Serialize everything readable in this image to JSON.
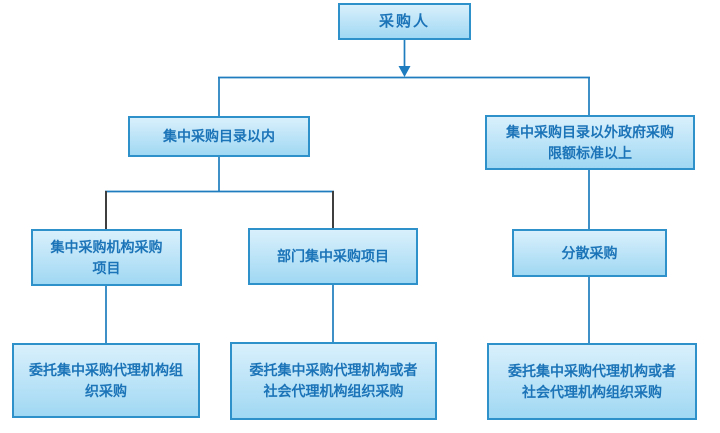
{
  "nodes": [
    {
      "id": "purchaser",
      "lines": [
        "采购人"
      ]
    },
    {
      "id": "within-centralized-catalog",
      "lines": [
        "集中采购目录以内"
      ]
    },
    {
      "id": "outside-catalog-above-quota",
      "lines": [
        "集中采购目录以外政府采购",
        "限额标准以上"
      ]
    },
    {
      "id": "centralized-agency-procurement-project",
      "lines": [
        "集中采购机构采购",
        "项目"
      ]
    },
    {
      "id": "department-centralized-procurement-project",
      "lines": [
        "部门集中采购项目"
      ]
    },
    {
      "id": "decentralized-procurement",
      "lines": [
        "分散采购"
      ]
    },
    {
      "id": "entrust-centralized-agency-organize",
      "lines": [
        "委托集中采购代理机构组",
        "织采购"
      ]
    },
    {
      "id": "entrust-centralized-or-social-agency-left",
      "lines": [
        "委托集中采购代理机构或者",
        "社会代理机构组织采购"
      ]
    },
    {
      "id": "entrust-centralized-or-social-agency-right",
      "lines": [
        "委托集中采购代理机构或者",
        "社会代理机构组织采购"
      ]
    }
  ],
  "colors": {
    "background": "#ffffff",
    "node-border": "#2e91c9",
    "node-fill-top": "#d9f0fc",
    "node-fill-bottom": "#a0d8f3",
    "node-text": "#1c74b8",
    "connector-blue": "#1f7dbf",
    "connector-dark": "#3f3f3f"
  }
}
